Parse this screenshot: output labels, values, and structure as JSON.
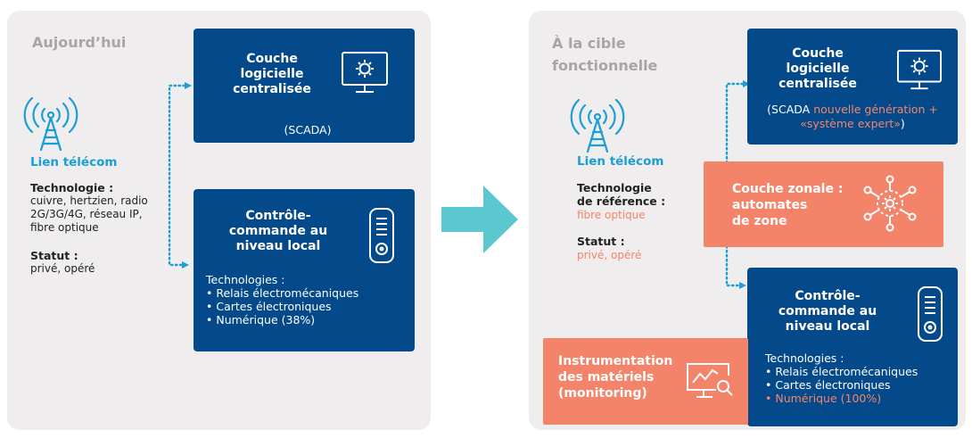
{
  "left": {
    "title": "Aujourd’hui",
    "link_title": "Lien télécom",
    "tech_label": "Technologie :",
    "tech_lines": [
      "cuivre, hertzien, radio",
      "2G/3G/4G, réseau IP,",
      "fibre optique"
    ],
    "status_label": "Statut :",
    "status_value": "privé, opéré",
    "scada_box": {
      "title_lines": [
        "Couche",
        "logicielle",
        "centralisée"
      ],
      "sub": "(SCADA)"
    },
    "local_box": {
      "title_lines": [
        "Contrôle-",
        "commande au",
        "niveau local"
      ],
      "tech_title": "Technologies :",
      "items": [
        "• Relais électromécaniques",
        "• Cartes électroniques",
        "• Numérique (38%)"
      ]
    }
  },
  "right": {
    "title_lines": [
      "À la cible",
      "fonctionnelle"
    ],
    "link_title": "Lien télécom",
    "tech_label_lines": [
      "Technologie",
      "de référence :"
    ],
    "tech_value": "fibre optique",
    "status_label": "Statut :",
    "status_value": "privé, opéré",
    "scada_box": {
      "title_lines": [
        "Couche",
        "logicielle",
        "centralisée"
      ],
      "sub_prefix": "(SCADA ",
      "sub_highlight_1": "nouvelle génération +",
      "sub_highlight_2": "«système expert»",
      "sub_suffix": ")"
    },
    "zone_box": {
      "title_lines": [
        "Couche zonale :",
        "automates",
        "de zone"
      ]
    },
    "local_box": {
      "title_lines": [
        "Contrôle-",
        "commande au",
        "niveau local"
      ],
      "tech_title": "Technologies :",
      "items": [
        "• Relais électromécaniques",
        "• Cartes électroniques"
      ],
      "item_highlight": "• Numérique (100%)"
    },
    "instr_box": {
      "title_lines": [
        "Instrumentation",
        "des matériels",
        "(monitoring)"
      ]
    }
  },
  "icons": [
    "antenna-icon",
    "monitor-gear-icon",
    "remote-control-icon",
    "network-gear-icon",
    "monitor-chart-search-icon",
    "arrow-right-icon"
  ],
  "colors": {
    "panel": "#efeded",
    "blue": "#044a8b",
    "orange": "#f3846a",
    "cyan": "#1b9dd6",
    "arrow": "#5bc8d0",
    "title": "#a8a5a7"
  }
}
